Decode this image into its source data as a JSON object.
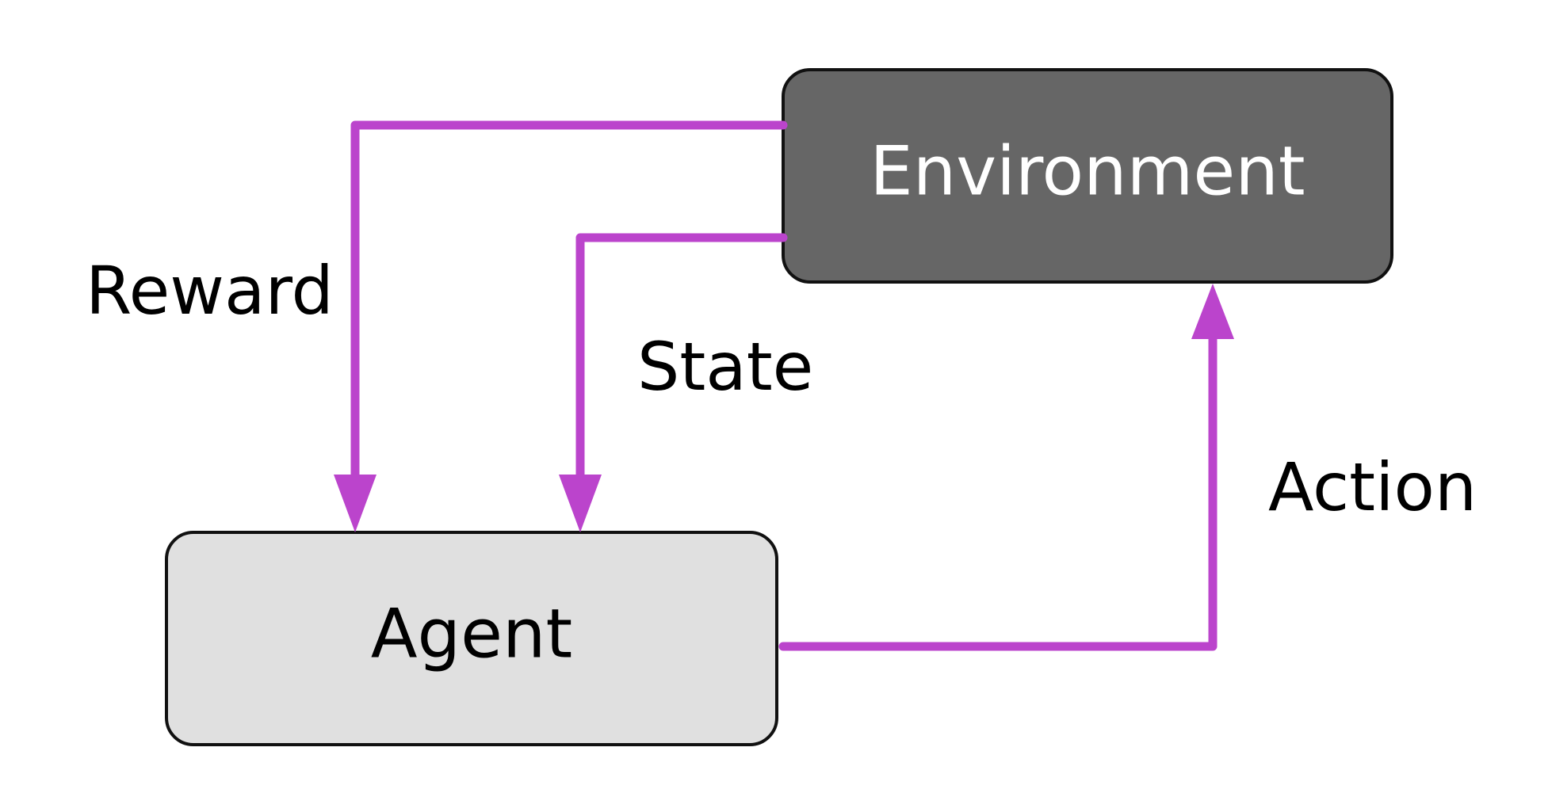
{
  "colors": {
    "arrow": "#bb44cc",
    "environment_fill": "#666666",
    "environment_text": "#ffffff",
    "agent_fill": "#e0e0e0",
    "agent_text": "#000000",
    "node_border": "#111111"
  },
  "nodes": {
    "environment": {
      "label": "Environment"
    },
    "agent": {
      "label": "Agent"
    }
  },
  "edges": {
    "reward": {
      "label": "Reward",
      "from": "environment",
      "to": "agent"
    },
    "state": {
      "label": "State",
      "from": "environment",
      "to": "agent"
    },
    "action": {
      "label": "Action",
      "from": "agent",
      "to": "environment"
    }
  }
}
